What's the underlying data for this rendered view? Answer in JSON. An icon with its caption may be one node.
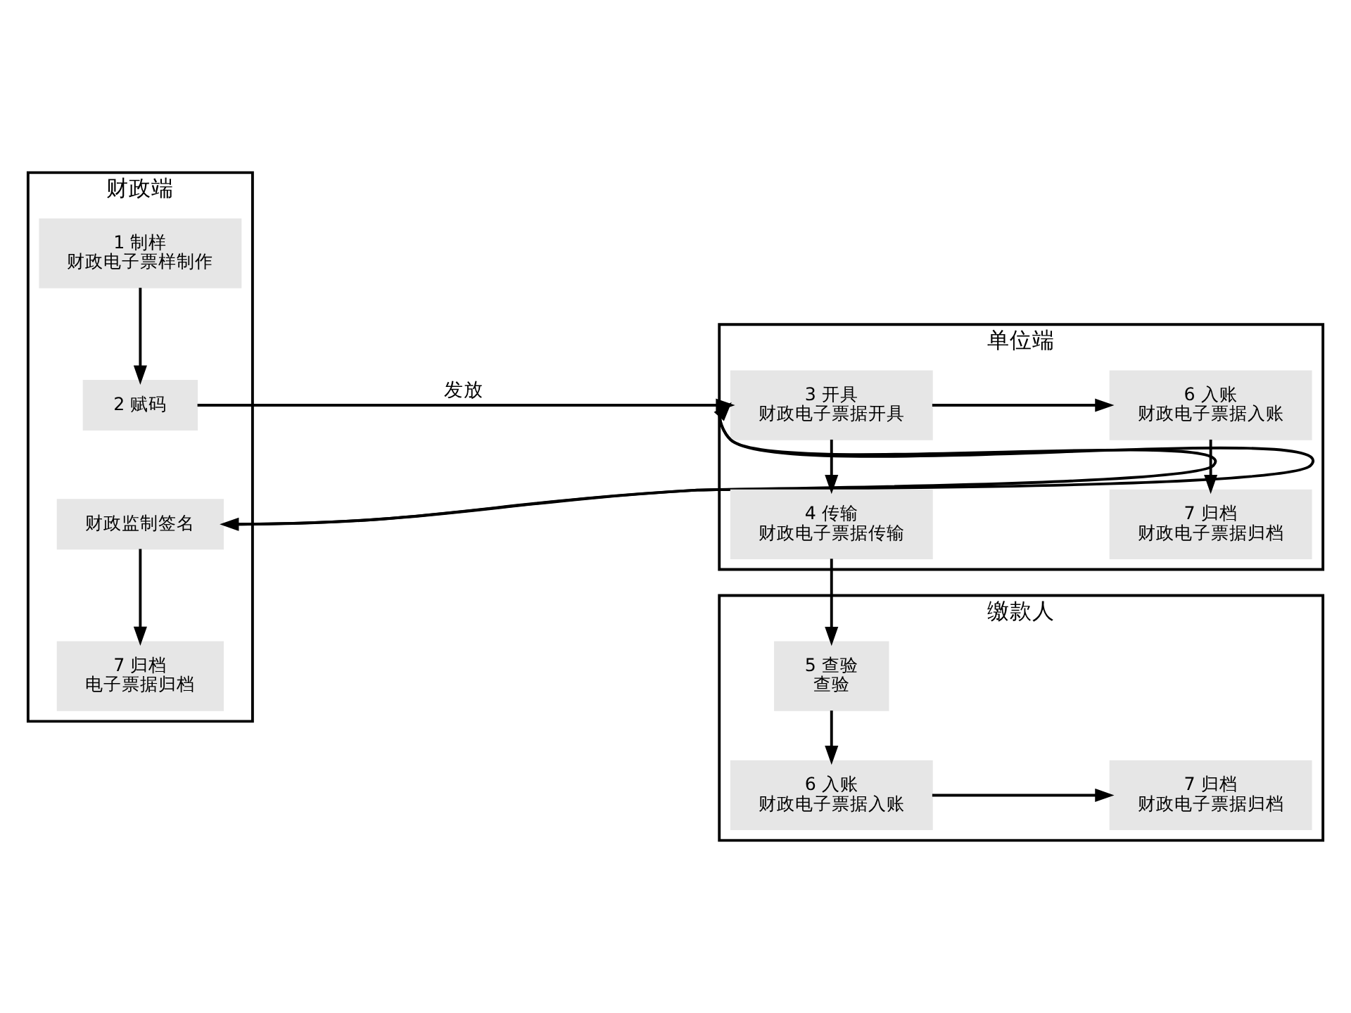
{
  "diagram": {
    "nodes": [
      {
        "text": [
          "财政端"
        ]
      },
      {
        "text": [
          "1 制样",
          "财政电子票样制作"
        ],
        "in": 0
      },
      {
        "text": [
          "2 赋码"
        ],
        "in": 0
      },
      {
        "text": [
          "财政监制签名"
        ],
        "in": 0
      },
      {
        "text": [
          "7 归档",
          "电子票据归档"
        ],
        "in": 0
      },
      {
        "text": [
          "单位端"
        ]
      },
      {
        "text": [
          "3 开具",
          "财政电子票据开具"
        ],
        "in": 5
      },
      {
        "text": [
          "6 入账",
          "财政电子票据入账"
        ],
        "in": 5
      },
      {
        "text": [
          "4 传输",
          "财政电子票据传输"
        ],
        "in": 5
      },
      {
        "text": [
          "7 归档",
          "财政电子票据归档"
        ],
        "in": 5
      },
      {
        "text": [
          "缴款人"
        ]
      },
      {
        "text": [
          "5 查验",
          "查验"
        ],
        "in": 10
      },
      {
        "text": [
          "6 入账",
          "财政电子票据入账"
        ],
        "in": 10
      },
      {
        "text": [
          "7 归档",
          "财政电子票据归档"
        ],
        "in": 10
      }
    ],
    "edges": [
      {
        "from": 1,
        "to": 2,
        "arrow": "to"
      },
      {
        "from": 2,
        "to": 6,
        "arrow": "to",
        "label": "发放"
      },
      {
        "from": 6,
        "to": 3,
        "arrow": "to"
      },
      {
        "from": 3,
        "to": 6,
        "arrow": "to"
      },
      {
        "from": 3,
        "to": 4,
        "arrow": "to"
      },
      {
        "from": 6,
        "to": 7,
        "arrow": "to"
      },
      {
        "from": 7,
        "to": 9,
        "arrow": "to"
      },
      {
        "from": 6,
        "to": 8,
        "arrow": "to"
      },
      {
        "from": 8,
        "to": 11,
        "arrow": "to"
      },
      {
        "from": 11,
        "to": 12,
        "arrow": "to"
      },
      {
        "from": 12,
        "to": 13,
        "arrow": "to"
      }
    ]
  }
}
